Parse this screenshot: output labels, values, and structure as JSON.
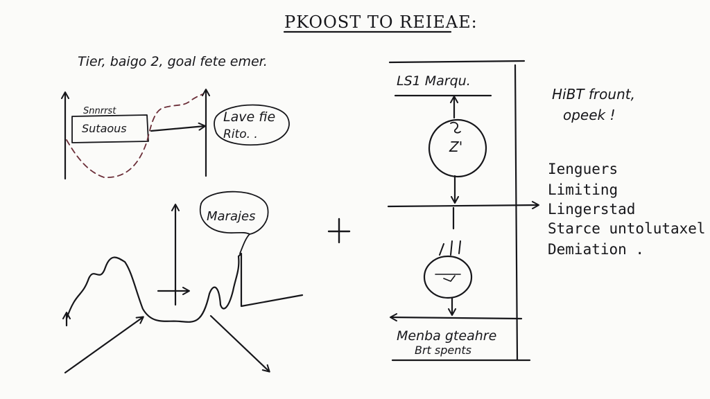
{
  "title": "PKOOST TO REIEAE:",
  "subtitle": "Tier, baigo 2, goal fete emer.",
  "left_box": {
    "line1": "Snnrrst",
    "line2": "Sutaous"
  },
  "left_bubble": {
    "line1": "Lave fie",
    "line2": "Rito. ."
  },
  "marajes_bubble": "Marajes",
  "plus_sign": "+",
  "middle_top_label": "LS1 Marqu.",
  "circle_top_label": "Z'",
  "middle_bottom_label": {
    "line1": "Menba gteahre",
    "line2": "Brt spents"
  },
  "right_note": {
    "line1": "HiBT frount,",
    "line2": "opeek  !"
  },
  "right_list": [
    "Ienguers",
    "Limiting",
    "Lingerstad",
    "Starce untolutaxel",
    "Demiation ."
  ],
  "colors": {
    "ink": "#16161a",
    "dashed": "#6b2e38",
    "paper": "#fbfbf9"
  }
}
